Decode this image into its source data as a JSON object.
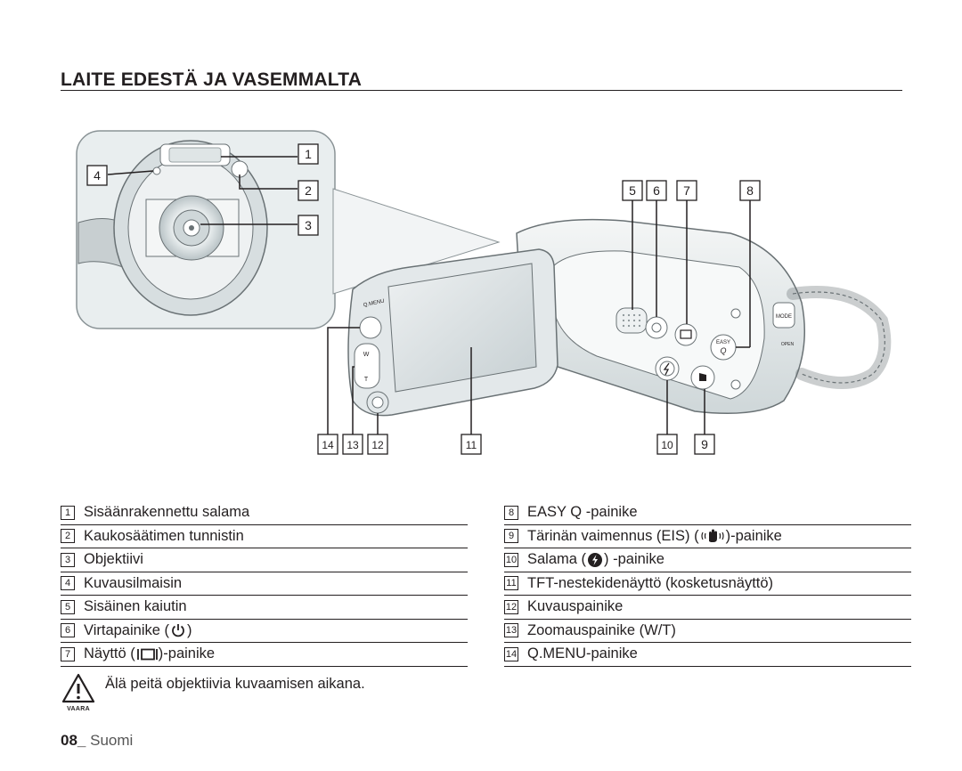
{
  "page": {
    "title": "LAITE EDESTÄ JA VASEMMALTA",
    "page_number": "08_",
    "language": "Suomi"
  },
  "callouts": [
    "1",
    "2",
    "3",
    "4",
    "5",
    "6",
    "7",
    "8",
    "9",
    "10",
    "11",
    "12",
    "13",
    "14"
  ],
  "camera_labels": {
    "qmenu": "Q.MENU",
    "w": "W",
    "t": "T",
    "mode": "MODE",
    "easy": "EASY",
    "easy_q": "Q",
    "open": "OPEN"
  },
  "parts_left": [
    {
      "num": "1",
      "label": "Sisäänrakennettu salama"
    },
    {
      "num": "2",
      "label": "Kaukosäätimen tunnistin"
    },
    {
      "num": "3",
      "label": "Objektiivi"
    },
    {
      "num": "4",
      "label": "Kuvausilmaisin"
    },
    {
      "num": "5",
      "label": "Sisäinen kaiutin"
    },
    {
      "num": "6",
      "label": "Virtapainike (",
      "label_suffix": ")",
      "icon": "power-icon"
    },
    {
      "num": "7",
      "label": "Näyttö (",
      "label_suffix": ")-painike",
      "icon": "display-icon"
    }
  ],
  "parts_right": [
    {
      "num": "8",
      "label": "EASY Q -painike"
    },
    {
      "num": "9",
      "label": "Tärinän vaimennus (EIS) (",
      "label_suffix": ")-painike",
      "icon": "anti-shake-icon"
    },
    {
      "num": "10",
      "label": "Salama (",
      "label_suffix": ") -painike",
      "icon": "flash-icon"
    },
    {
      "num": "11",
      "label": "TFT-nestekidenäyttö (kosketusnäyttö)"
    },
    {
      "num": "12",
      "label": "Kuvauspainike"
    },
    {
      "num": "13",
      "label": "Zoomauspainike (W/T)"
    },
    {
      "num": "14",
      "label": "Q.MENU-painike"
    }
  ],
  "warning": {
    "text": "Älä peitä objektiivia kuvaamisen aikana.",
    "label": "VAARA",
    "icon": "warning-triangle-icon"
  }
}
